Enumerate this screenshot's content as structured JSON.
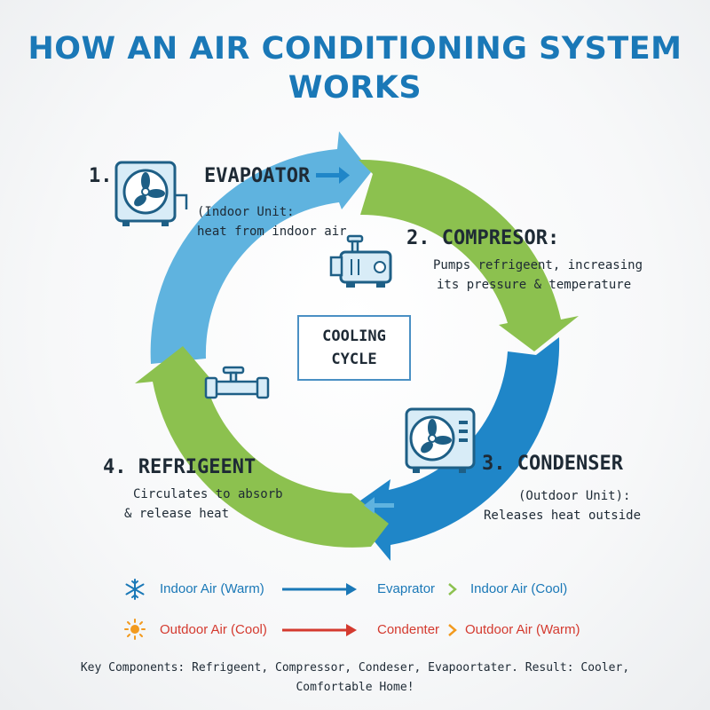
{
  "title": {
    "line1": "HOW AN AIR CONDITIONING SYSTEM",
    "line2": "WORKS"
  },
  "center": {
    "line1": "COOLING",
    "line2": "CYCLE"
  },
  "steps": [
    {
      "number": "1.",
      "name": "EVAPOATOR",
      "desc": [
        "(Indoor Unit:",
        "heat from indoor air"
      ]
    },
    {
      "number": "2.",
      "name": "COMPRESOR:",
      "desc": [
        "Pumps refrigeent, increasing",
        "its pressure & temperature"
      ]
    },
    {
      "number": "3.",
      "name": "CONDENSER",
      "desc": [
        "(Outdoor Unit):",
        "Releases heat outside"
      ]
    },
    {
      "number": "4.",
      "name": "REFRIGEENT",
      "desc": [
        "Circulates to absorb",
        "& release heat"
      ]
    }
  ],
  "legend": [
    {
      "icon": "snowflake-icon",
      "start": "Indoor Air (Warm)",
      "middle": "Evaprator",
      "end": "Indoor Air (Cool)",
      "color": "#1a78b7"
    },
    {
      "icon": "sun-icon",
      "start": "Outdoor Air (Cool)",
      "middle": "Condenter",
      "end": "Outdoor Air (Warm)",
      "color": "#d43a2f"
    }
  ],
  "footer": {
    "line1": "Key Components: Refrigeent, Compressor, Condeser, Evapoortater. Result:  Cooler,",
    "line2": "Comfortable Home!"
  },
  "colors": {
    "title": "#1a78b7",
    "arc_light_blue": "#5fb3df",
    "arc_green": "#8cc14f",
    "arc_dark_blue": "#1f86c8",
    "icon_outline": "#1e5f86",
    "icon_fill": "#d8ecf7"
  }
}
